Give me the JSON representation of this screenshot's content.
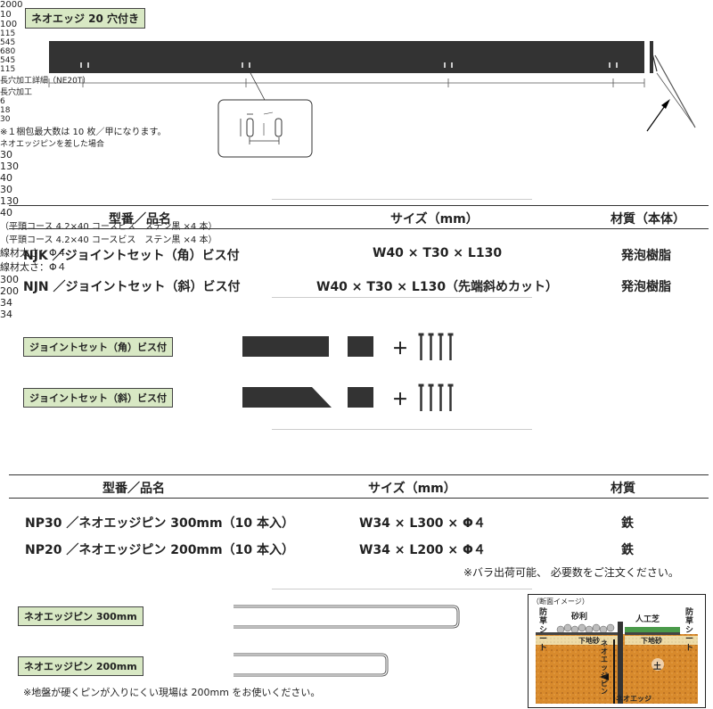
{
  "top": {
    "tag": "ネオエッジ 20 穴付き",
    "length": "2000",
    "thickness": "10",
    "height": "100",
    "seg1": "115",
    "seg2": "545",
    "seg3": "680",
    "seg4": "545",
    "seg5": "115",
    "slot_label": "長穴加工詳細（NE20T）",
    "slot_title": "長穴加工",
    "slot_w": "6",
    "slot_h": "18",
    "slot_pitch": "30",
    "note": "※１梱包最大数は 10 枚／甲になります。",
    "pin_note": "ネオエッジピンを差した場合"
  },
  "table1": {
    "headers": [
      "型番／品名",
      "サイズ（mm）",
      "材質（本体）"
    ],
    "rows": [
      [
        "NJK ／ジョイントセット（角）ビス付",
        "W40 × T30 × L130",
        "発泡樹脂"
      ],
      [
        "NJN ／ジョイントセット（斜）ビス付",
        "W40 × T30 × L130（先端斜めカット）",
        "発泡樹脂"
      ]
    ]
  },
  "joint": {
    "tag1": "ジョイントセット（角）ビス付",
    "tag2": "ジョイントセット（斜）ビス付",
    "h": "30",
    "l": "130",
    "w": "40",
    "plus": "＋",
    "screw": "（平頭コース 4.2×40 コースビス　ステン黒 ×4 本）"
  },
  "table2": {
    "headers": [
      "型番／品名",
      "サイズ（mm）",
      "材質"
    ],
    "rows": [
      [
        "NP30 ／ネオエッジピン 300mm（10 本入）",
        "W34 × L300 × Φ４",
        "鉄"
      ],
      [
        "NP20 ／ネオエッジピン 200mm（10 本入）",
        "W34 × L200 × Φ４",
        "鉄"
      ]
    ],
    "note": "※バラ出荷可能、 必要数をご注文ください。"
  },
  "pins": {
    "tag1": "ネオエッジピン 300mm",
    "tag2": "ネオエッジピン 200mm",
    "wire": "線材太さ：Φ４",
    "len1": "300",
    "len2": "200",
    "w": "34",
    "note": "※地盤が硬くピンが入りにくい現場は 200mm をお使いください。"
  },
  "section": {
    "title": "（断面イメージ）",
    "gravel": "砂利",
    "turf": "人工芝",
    "sheet_left": "防草シート",
    "sheet_right": "防草シート",
    "sand_left": "下地砂",
    "sand_right": "下地砂",
    "soil": "土",
    "pin": "ネオエッジピン",
    "edge": "ネオエッジ"
  }
}
